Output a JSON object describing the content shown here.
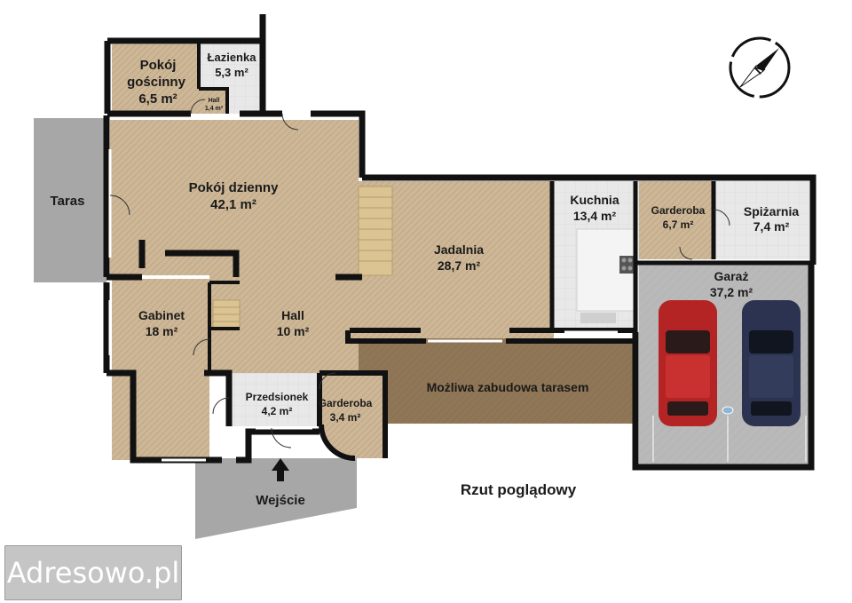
{
  "rooms": {
    "pokoj_goscinny": {
      "name": "Pokój gościnny",
      "name_line1": "Pokój",
      "name_line2": "gościnny",
      "area": "6,5 m²"
    },
    "lazienka": {
      "name": "Łazienka",
      "area": "5,3 m²"
    },
    "hall_small": {
      "name": "Hall",
      "area": "1,4 m²"
    },
    "pokoj_dzienny": {
      "name": "Pokój dzienny",
      "area": "42,1 m²"
    },
    "kuchnia": {
      "name": "Kuchnia",
      "area": "13,4 m²"
    },
    "garderoba_1": {
      "name": "Garderoba",
      "area": "6,7 m²"
    },
    "spizarnia": {
      "name": "Spiżarnia",
      "area": "7,4 m²"
    },
    "jadalnia": {
      "name": "Jadalnia",
      "area": "28,7 m²"
    },
    "garaz": {
      "name": "Garaż",
      "area": "37,2 m²"
    },
    "gabinet": {
      "name": "Gabinet",
      "area": "18 m²"
    },
    "hall": {
      "name": "Hall",
      "area": "10 m²"
    },
    "przedsionek": {
      "name": "Przedsionek",
      "area": "4,2 m²"
    },
    "garderoba_2": {
      "name": "Garderoba",
      "area": "3,4 m²"
    }
  },
  "labels": {
    "taras": "Taras",
    "mozliwa_zabudowa": "Możliwa zabudowa tarasem",
    "wejscie": "Wejście",
    "rzut": "Rzut poglądowy"
  },
  "watermark": "Adresowo.pl",
  "colors": {
    "floor_wood": "#cdb797",
    "floor_tile": "#e6e6e6",
    "wall": "#111111",
    "terrace_gray": "#a7a7a7",
    "terrace_brown": "#8f7656",
    "car_red": "#b52424",
    "car_navy": "#2b3350"
  },
  "icons": [
    "compass-icon",
    "entrance-arrow-icon",
    "car-red-icon",
    "car-navy-icon",
    "stairs-icon"
  ]
}
